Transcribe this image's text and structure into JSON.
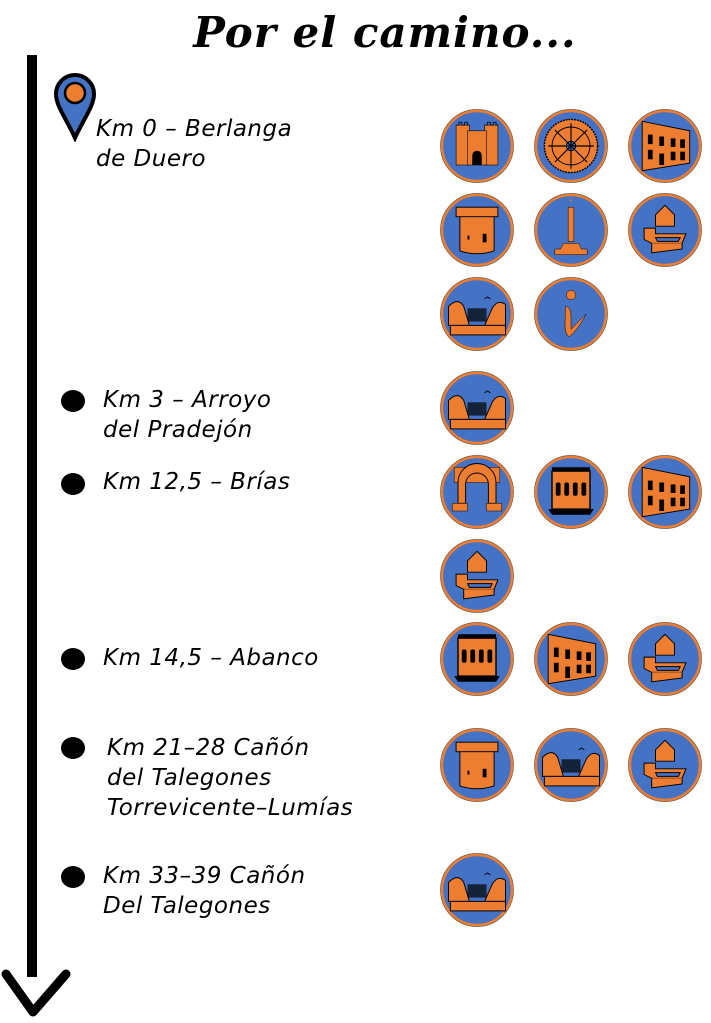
{
  "title": "Por el camino...",
  "colors": {
    "accent_blue": "#4472c4",
    "accent_orange": "#ed7d31",
    "line": "#000000"
  },
  "stops": [
    {
      "marker": "map-pin-icon",
      "lines": [
        "Km 0 – Berlanga",
        "de Duero"
      ],
      "icons": [
        "city-gate-icon",
        "rose-window-icon",
        "palace-facade-icon",
        "tower-icon",
        "rollo-column-icon",
        "fountain-icon",
        "canyon-icon",
        "info-icon"
      ]
    },
    {
      "marker": "bullet",
      "lines": [
        "Km 3 – Arroyo",
        "del Pradejón"
      ],
      "icons": [
        "canyon-icon"
      ]
    },
    {
      "marker": "bullet",
      "lines": [
        "Km 12,5 – Brías"
      ],
      "icons": [
        "romanesque-arch-icon",
        "church-tower-icon",
        "palace-facade-icon",
        "fountain-icon"
      ]
    },
    {
      "marker": "bullet",
      "lines": [
        "Km 14,5 – Abanco"
      ],
      "icons": [
        "church-tower-icon",
        "palace-facade-icon",
        "fountain-icon"
      ]
    },
    {
      "marker": "bullet",
      "lines": [
        "Km 21–28 Cañón",
        "del Talegones",
        "Torrevicente–Lumías"
      ],
      "icons": [
        "tower-icon",
        "canyon-icon",
        "fountain-icon"
      ]
    },
    {
      "marker": "bullet",
      "lines": [
        "Km 33–39 Cañón",
        "Del Talegones"
      ],
      "icons": [
        "canyon-icon"
      ]
    }
  ]
}
